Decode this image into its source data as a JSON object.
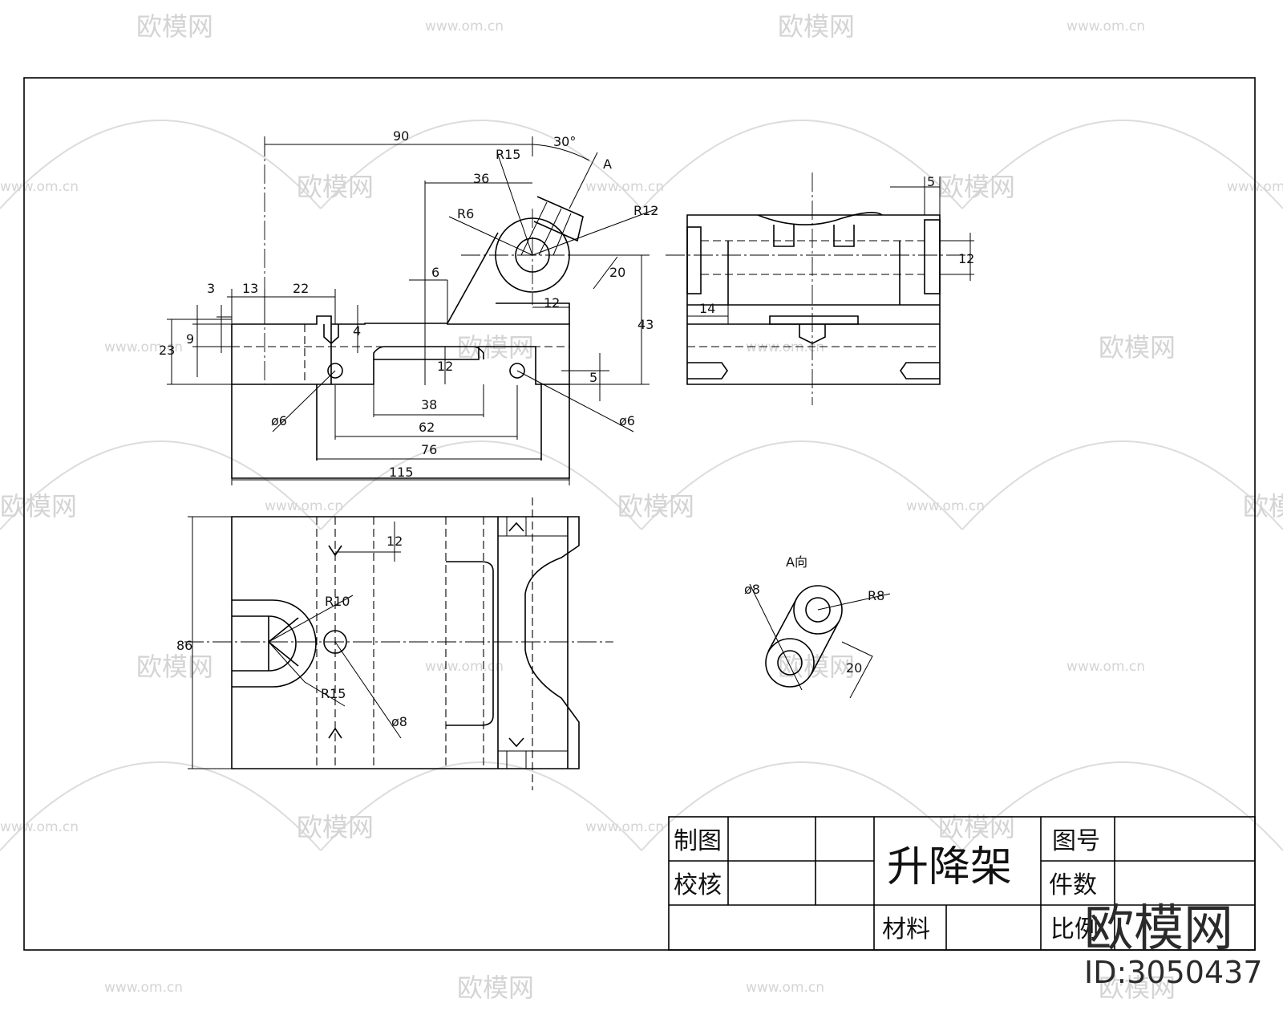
{
  "watermark": {
    "site": "www.om.cn",
    "brand": "欧模网"
  },
  "views": {
    "front": {
      "dims": {
        "d90": "90",
        "d30deg": "30°",
        "dA": "A",
        "dR15": "R15",
        "d36": "36",
        "dR6": "R6",
        "dR12": "R12",
        "d20": "20",
        "d6": "6",
        "d12a": "12",
        "d43": "43",
        "d3": "3",
        "d13": "13",
        "d22": "22",
        "d9": "9",
        "d4": "4",
        "d23": "23",
        "d12b": "12",
        "d5": "5",
        "dphi6a": "ø6",
        "dphi6b": "ø6",
        "d38": "38",
        "d62": "62",
        "d76": "76",
        "d115": "115"
      }
    },
    "side": {
      "dims": {
        "d5": "5",
        "d12": "12",
        "d14": "14"
      }
    },
    "top": {
      "dims": {
        "d12": "12",
        "dR10": "R10",
        "d86": "86",
        "dR15": "R15",
        "dphi8": "ø8"
      }
    },
    "aux": {
      "label": "A向",
      "dims": {
        "dphi8": "ø8",
        "dR8": "R8",
        "d20": "20"
      }
    }
  },
  "title_block": {
    "drawn_by": "制图",
    "checked_by": "校核",
    "title": "升降架",
    "drawing_no": "图号",
    "quantity": "件数",
    "material": "材料",
    "scale": "比例"
  },
  "brand_logo": {
    "text": "欧模网",
    "id": "ID:3050437"
  }
}
